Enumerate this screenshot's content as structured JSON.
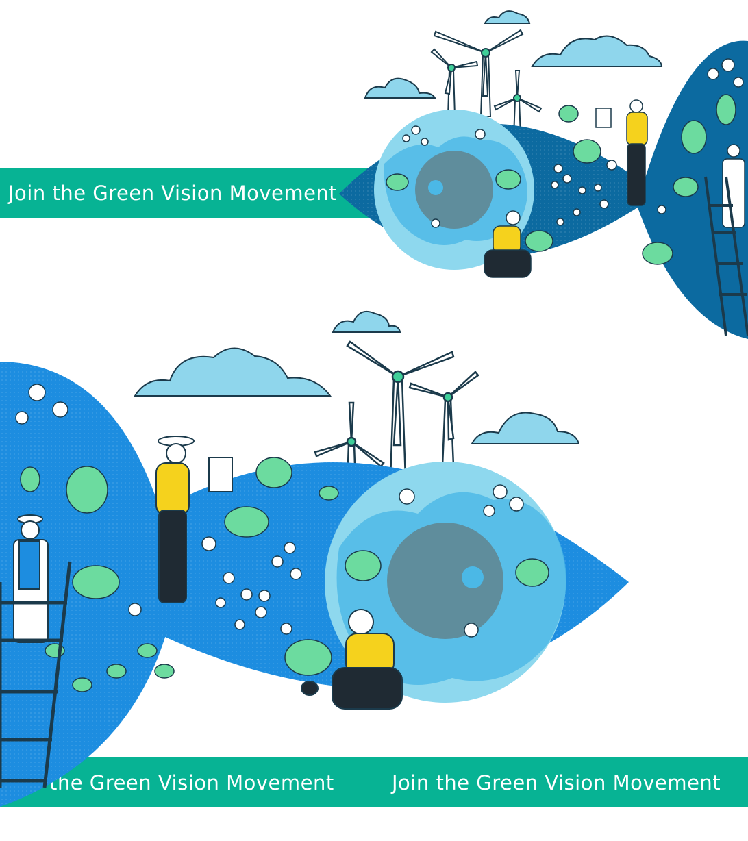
{
  "banners": {
    "top_text": "Join the Green Vision Movement",
    "bottom_text_partial": "the Green Vision Movement",
    "bottom_text_full": "Join the Green Vision Movement"
  },
  "colors": {
    "banner_green": "#07b394",
    "eye_blue_dark": "#0c6aa0",
    "eye_blue_bright": "#1d8de0",
    "globe_light": "#8ed8ee",
    "globe_mid": "#4bb8e6",
    "iris_grey": "#5f8d9c",
    "cloud": "#8fd6ec",
    "leaf": "#6cdb9f",
    "shirt_yellow": "#f5d21d"
  },
  "icons": [
    "eye-illustration",
    "earth-globe-icon",
    "wind-turbine-icon",
    "cloud-icon",
    "flower-icon",
    "tree-icon",
    "ladder-icon",
    "watering-can-icon",
    "person-figure"
  ]
}
